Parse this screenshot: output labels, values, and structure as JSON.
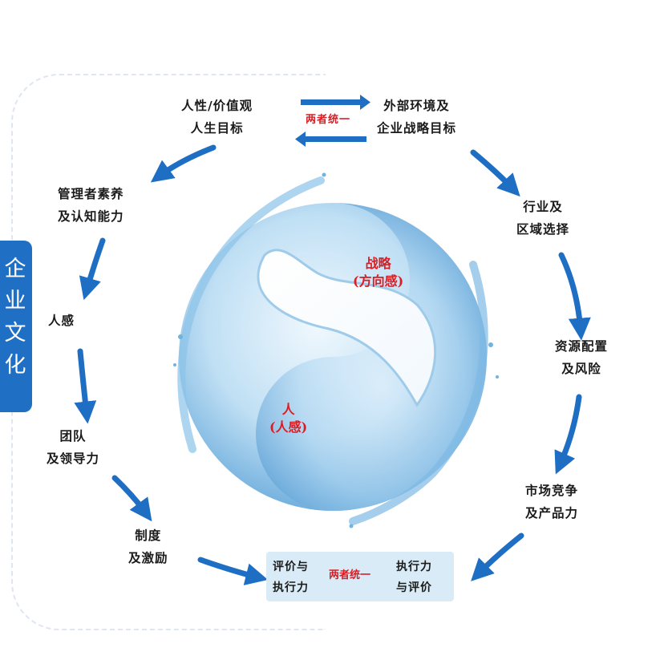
{
  "side_tab": {
    "chars": [
      "企",
      "业",
      "文",
      "化"
    ]
  },
  "top_left": {
    "line1": "人性/价值观",
    "line2": "人生目标"
  },
  "top_right": {
    "line1": "外部环境及",
    "line2": "企业战略目标"
  },
  "unify_top": "两者统一",
  "right_nodes": [
    {
      "line1": "行业及",
      "line2": "区域选择"
    },
    {
      "line1": "资源配置",
      "line2": "及风险"
    },
    {
      "line1": "市场竞争",
      "line2": "及产品力"
    }
  ],
  "left_nodes": [
    {
      "line1": "管理者素养",
      "line2": "及认知能力"
    },
    {
      "line1": "人感",
      "line2": ""
    },
    {
      "line1": "团队",
      "line2": "及领导力"
    },
    {
      "line1": "制度",
      "line2": "及激励"
    }
  ],
  "center": {
    "strategy": {
      "line1": "战略",
      "line2": "(方向感)"
    },
    "people": {
      "line1": "人",
      "line2": "(人感)"
    }
  },
  "bottom_box": {
    "left": {
      "line1": "评价与",
      "line2": "执行力"
    },
    "unify": "两者统一",
    "right": {
      "line1": "执行力",
      "line2": "与评价"
    }
  },
  "colors": {
    "arrow": "#1e6fc4",
    "text": "#1b1b1b",
    "accent_red": "#d81e24",
    "tab": "#1f6fc4",
    "water": "#6fb3e0"
  }
}
